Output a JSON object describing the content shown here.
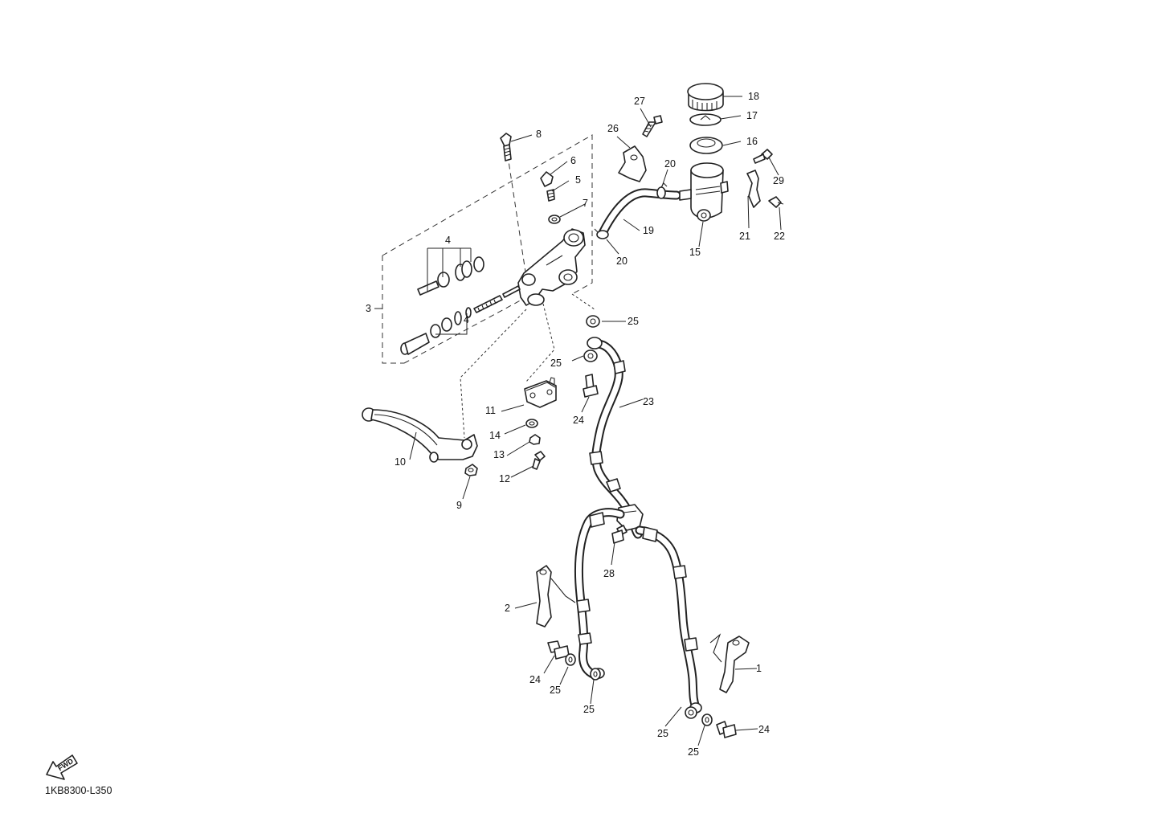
{
  "diagram_code": "1KB8300-L350",
  "forward_arrow_text": "FWD",
  "callouts": [
    "1",
    "2",
    "3",
    "4",
    "4",
    "5",
    "6",
    "7",
    "8",
    "9",
    "10",
    "11",
    "12",
    "13",
    "14",
    "15",
    "16",
    "17",
    "18",
    "19",
    "20",
    "20",
    "21",
    "22",
    "23",
    "24",
    "24",
    "24",
    "24",
    "25",
    "25",
    "25",
    "25",
    "25",
    "25",
    "25",
    "26",
    "27",
    "28",
    "29"
  ]
}
